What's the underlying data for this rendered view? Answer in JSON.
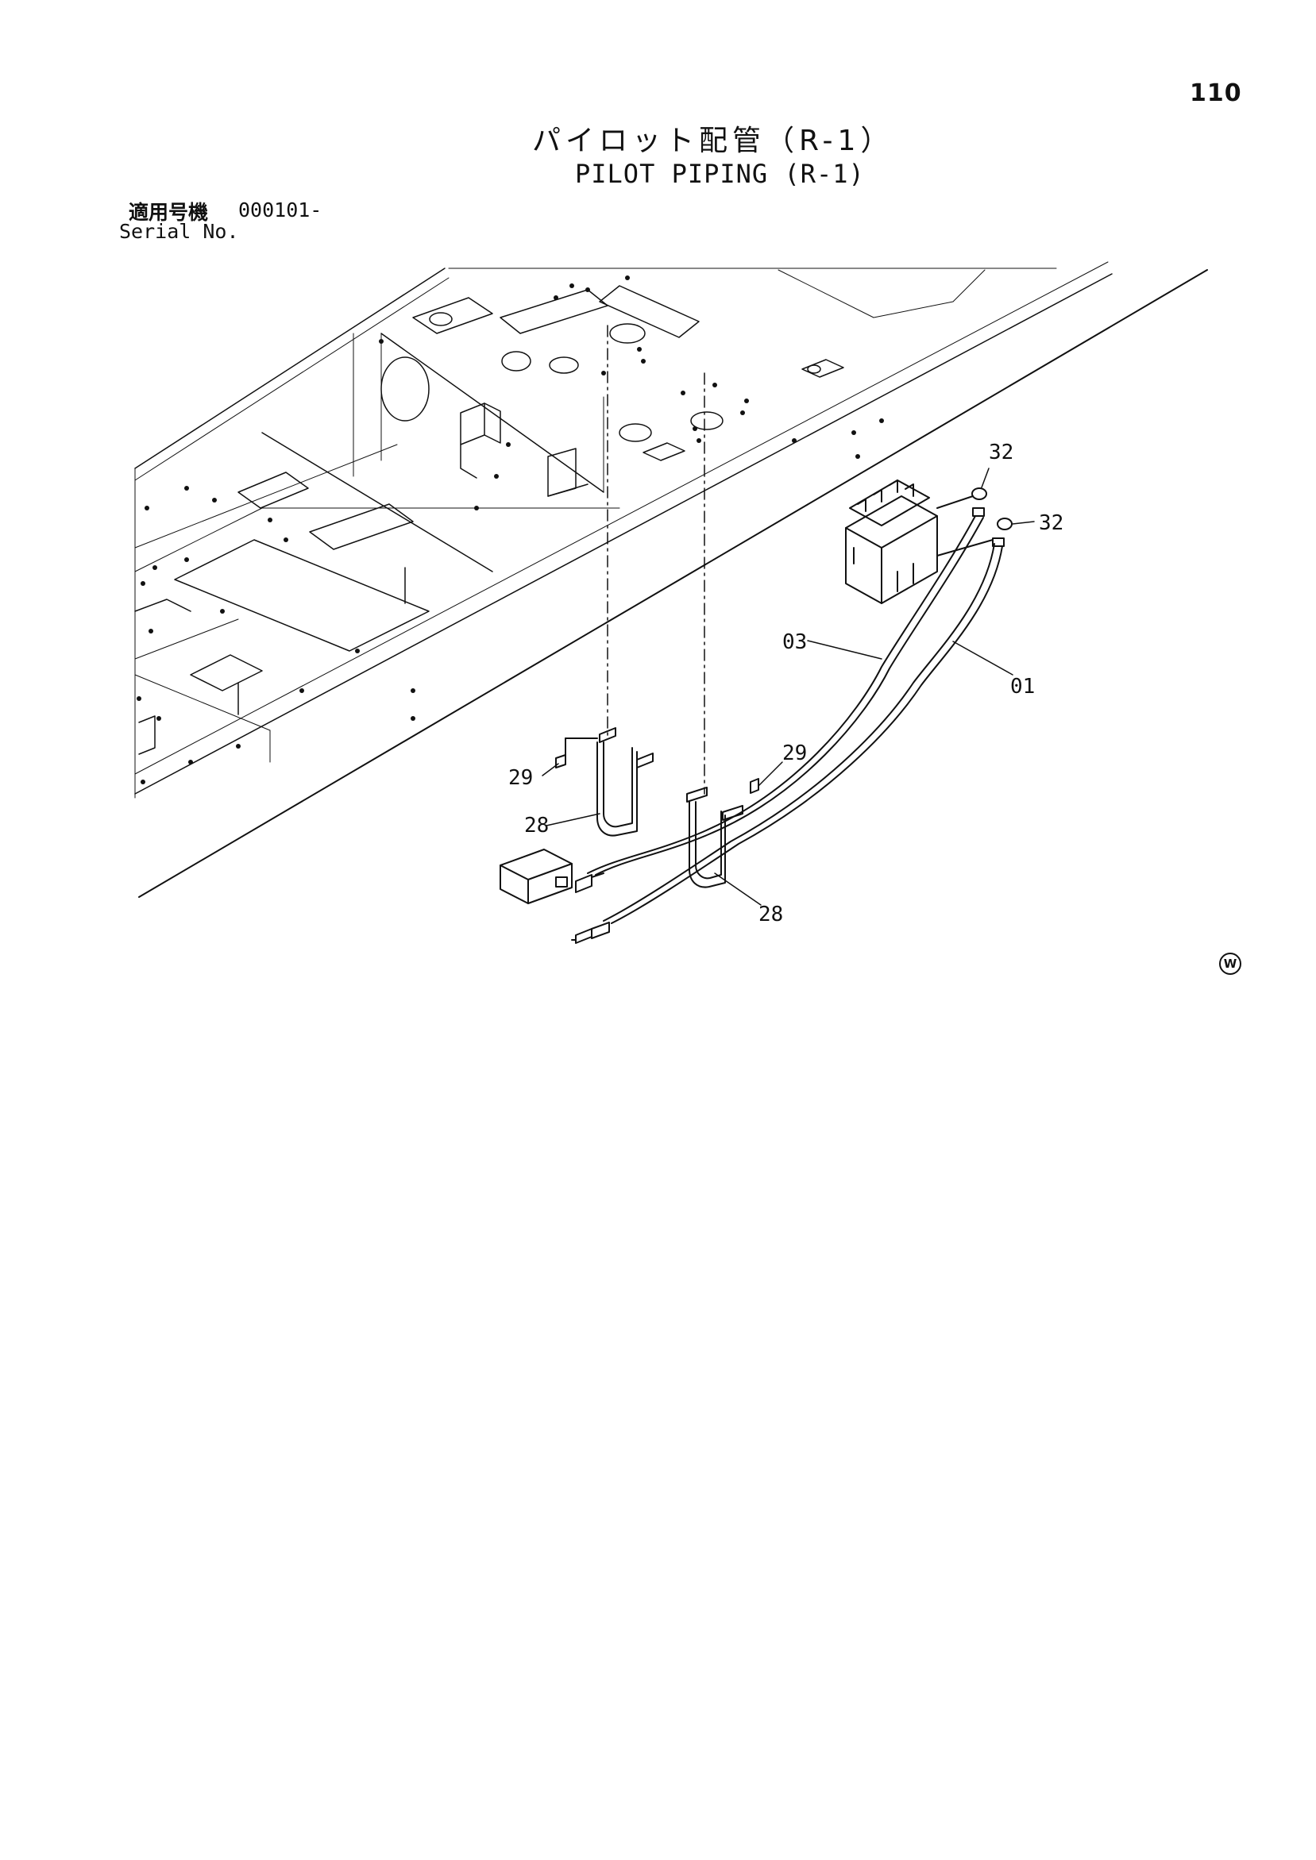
{
  "page_number": "110",
  "title": {
    "japanese": "パイロット配管（R-1）",
    "english": "PILOT PIPING (R-1)"
  },
  "serial": {
    "label_jp": "適用号機",
    "value": "000101-",
    "label_en": "Serial No."
  },
  "callouts": {
    "c32a": "32",
    "c32b": "32",
    "c03": "03",
    "c01": "01",
    "c29a": "29",
    "c29b": "29",
    "c28a": "28",
    "c28b": "28"
  },
  "corner_mark": "W"
}
